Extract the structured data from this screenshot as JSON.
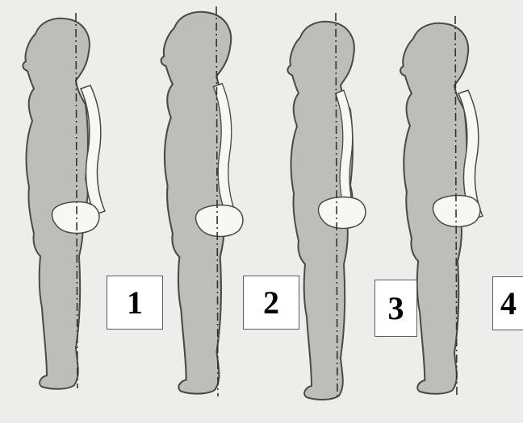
{
  "figure": {
    "labels": [
      "1",
      "2",
      "3",
      "4"
    ],
    "colors": {
      "background": "#ededeb",
      "silhouette": "#bdbdbb",
      "outline": "#4a4a4a",
      "spine": "#f7f7f5",
      "plumb_line": "#333333",
      "label_box": "#ffffff"
    }
  }
}
